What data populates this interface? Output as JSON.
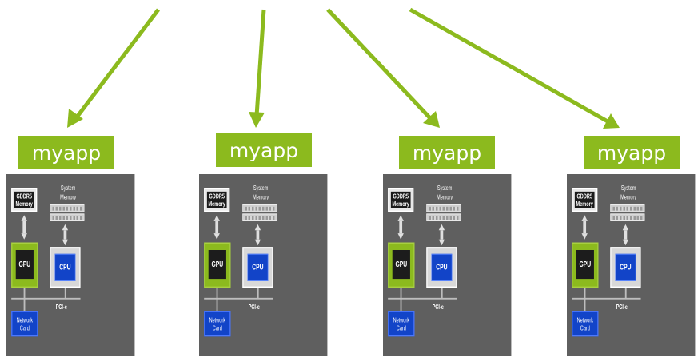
{
  "colors": {
    "accent": "#8cba1e",
    "node_bg": "#5f5f5f",
    "cpu_blue": "#1244c8"
  },
  "nodes": [
    {
      "app_label": "myapp",
      "gddr": "GDDR5 Memory",
      "system_memory": "System Memory",
      "gpu": "GPU",
      "cpu": "CPU",
      "bus": "PCI-e",
      "network": "Network Card"
    },
    {
      "app_label": "myapp",
      "gddr": "GDDR5 Memory",
      "system_memory": "System Memory",
      "gpu": "GPU",
      "cpu": "CPU",
      "bus": "PCI-e",
      "network": "Network Card"
    },
    {
      "app_label": "myapp",
      "gddr": "GDDR5 Memory",
      "system_memory": "System Memory",
      "gpu": "GPU",
      "cpu": "CPU",
      "bus": "PCI-e",
      "network": "Network Card"
    },
    {
      "app_label": "myapp",
      "gddr": "GDDR5 Memory",
      "system_memory": "System Memory",
      "gpu": "GPU",
      "cpu": "CPU",
      "bus": "PCI-e",
      "network": "Network Card"
    }
  ]
}
